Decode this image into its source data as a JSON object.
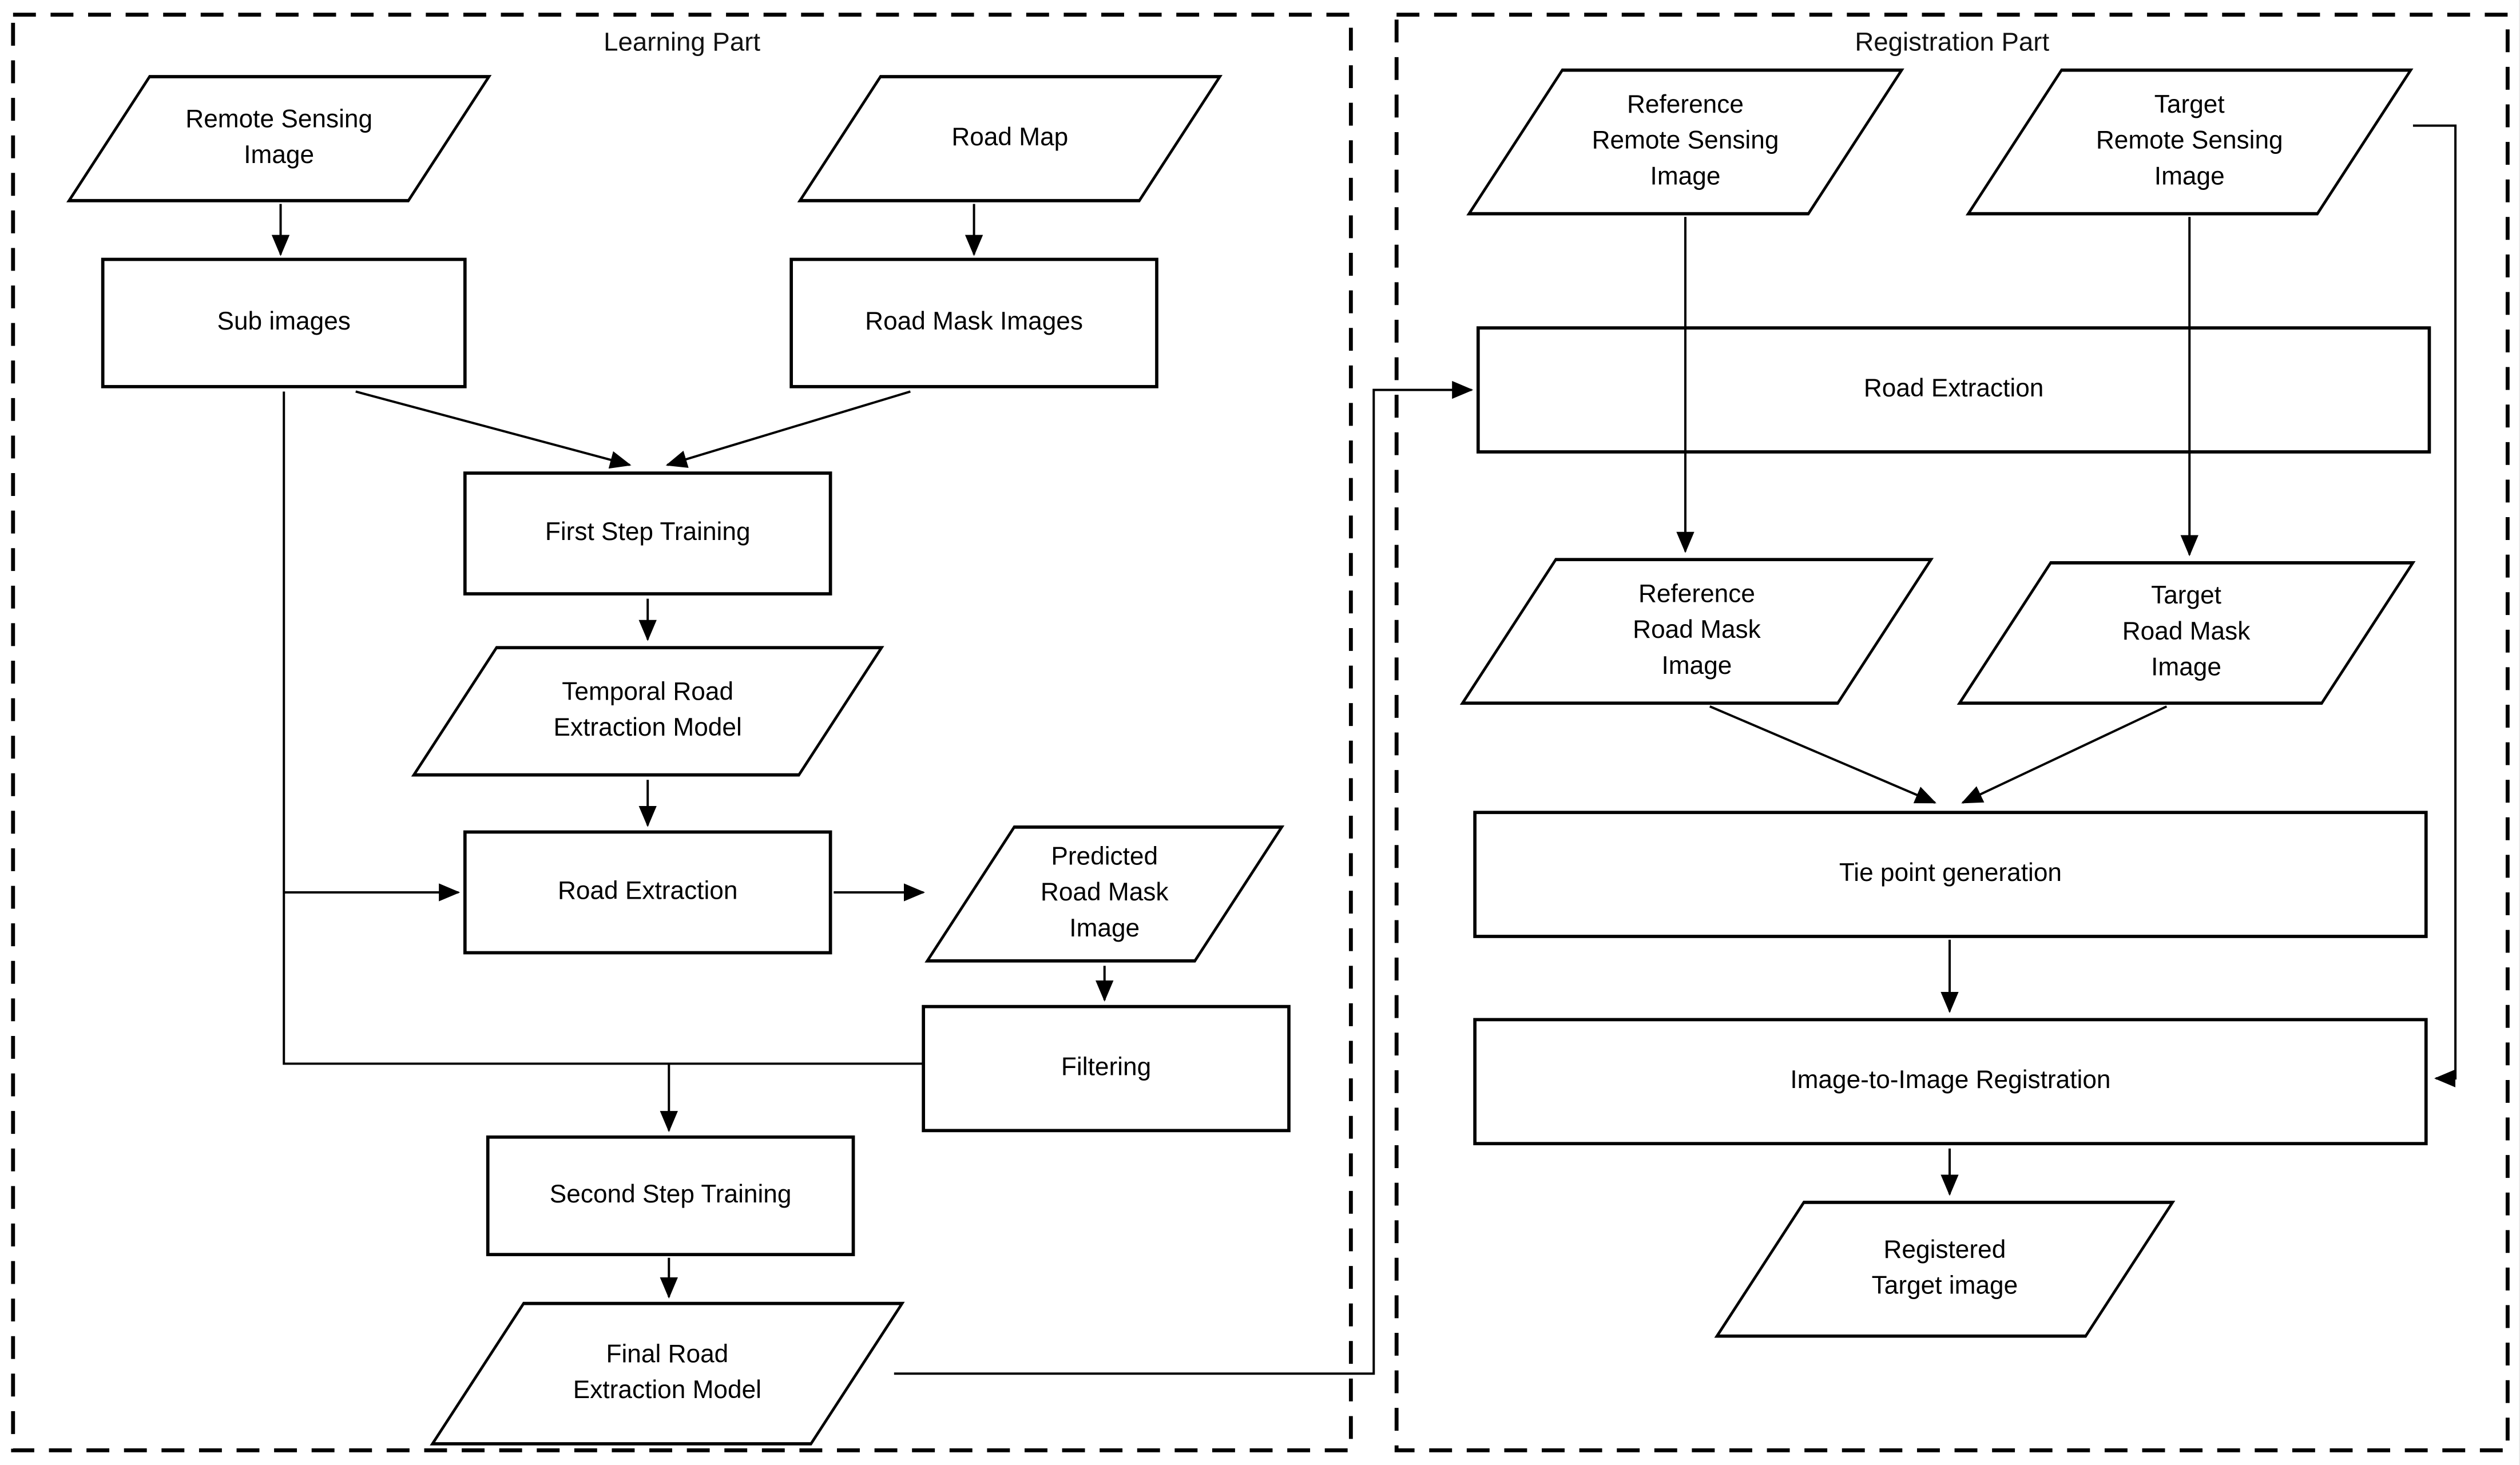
{
  "figure": {
    "background": "#ffffff",
    "stroke_color": "#000000",
    "parts": [
      {
        "title": "Learning Part"
      },
      {
        "title": "Registration Part"
      }
    ],
    "nodes": {
      "remote_sensing_image": {
        "label": "Remote Sensing\nImage",
        "shape": "parallelogram"
      },
      "road_map": {
        "label": "Road Map",
        "shape": "parallelogram"
      },
      "sub_images": {
        "label": "Sub images",
        "shape": "rectangle"
      },
      "road_mask_images": {
        "label": "Road Mask Images",
        "shape": "rectangle"
      },
      "first_step_training": {
        "label": "First Step Training",
        "shape": "rectangle"
      },
      "temporal_road_extraction_model": {
        "label": "Temporal Road\nExtraction Model",
        "shape": "parallelogram"
      },
      "road_extraction_learning": {
        "label": "Road Extraction",
        "shape": "rectangle"
      },
      "predicted_road_mask_image": {
        "label": "Predicted\nRoad Mask\nImage",
        "shape": "parallelogram"
      },
      "filtering": {
        "label": "Filtering",
        "shape": "rectangle"
      },
      "second_step_training": {
        "label": "Second Step Training",
        "shape": "rectangle"
      },
      "final_road_extraction_model": {
        "label": "Final Road\nExtraction Model",
        "shape": "parallelogram"
      },
      "reference_remote_sensing_image": {
        "label": "Reference\nRemote Sensing\nImage",
        "shape": "parallelogram"
      },
      "target_remote_sensing_image": {
        "label": "Target\nRemote Sensing\nImage",
        "shape": "parallelogram"
      },
      "road_extraction_registration": {
        "label": "Road Extraction",
        "shape": "rectangle"
      },
      "reference_road_mask_image": {
        "label": "Reference\nRoad Mask\nImage",
        "shape": "parallelogram"
      },
      "target_road_mask_image": {
        "label": "Target\nRoad Mask\nImage",
        "shape": "parallelogram"
      },
      "tie_point_generation": {
        "label": "Tie point generation",
        "shape": "rectangle"
      },
      "image_to_image_registration": {
        "label": "Image-to-Image Registration",
        "shape": "rectangle"
      },
      "registered_target_image": {
        "label": "Registered\nTarget image",
        "shape": "parallelogram"
      }
    }
  }
}
